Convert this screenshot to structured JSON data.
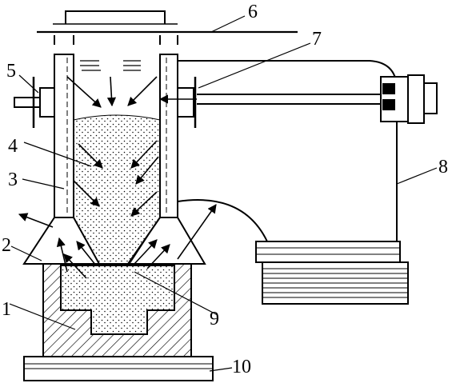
{
  "figure": {
    "labels": [
      {
        "id": "label-1",
        "text": "1"
      },
      {
        "id": "label-2",
        "text": "2"
      },
      {
        "id": "label-3",
        "text": "3"
      },
      {
        "id": "label-4",
        "text": "4"
      },
      {
        "id": "label-5",
        "text": "5"
      },
      {
        "id": "label-6",
        "text": "6"
      },
      {
        "id": "label-7",
        "text": "7"
      },
      {
        "id": "label-8",
        "text": "8"
      },
      {
        "id": "label-9",
        "text": "9"
      },
      {
        "id": "label-10",
        "text": "10"
      }
    ]
  },
  "colors": {
    "stroke": "#000000",
    "background": "#ffffff"
  }
}
